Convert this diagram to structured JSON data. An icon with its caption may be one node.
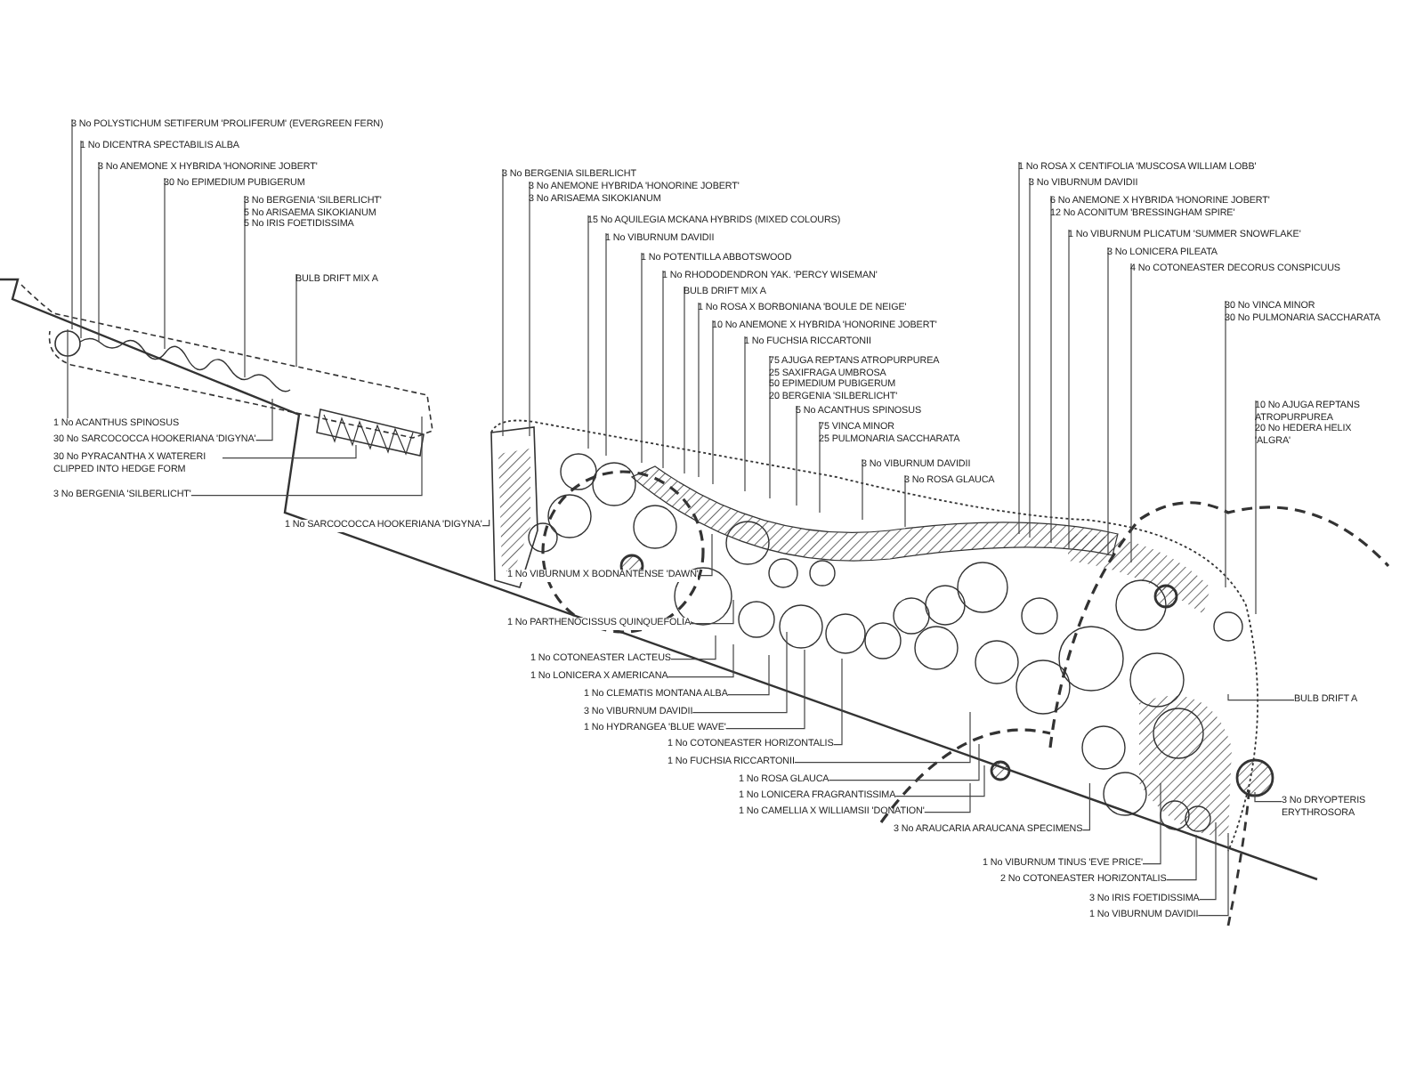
{
  "diagram": {
    "nodes": [
      {
        "text": [
          "3 No POLYSTICHUM SETIFERUM 'PROLIFERUM' (EVERGREEN FERN)"
        ]
      },
      {
        "text": [
          "1 No DICENTRA SPECTABILIS ALBA"
        ]
      },
      {
        "text": [
          "3 No ANEMONE X HYBRIDA 'HONORINE JOBERT'"
        ]
      },
      {
        "text": [
          "30 No EPIMEDIUM PUBIGERUM"
        ]
      },
      {
        "text": [
          "3 No BERGENIA 'SILBERLICHT'",
          "5 No ARISAEMA SIKOKIANUM",
          "5 No IRIS FOETIDISSIMA"
        ]
      },
      {
        "text": [
          "BULB DRIFT MIX A"
        ]
      },
      {
        "text": [
          "1 No ACANTHUS SPINOSUS"
        ]
      },
      {
        "text": [
          "30 No SARCOCOCCA HOOKERIANA 'DIGYNA'"
        ]
      },
      {
        "text": [
          "30 No PYRACANTHA X WATERERI CLIPPED INTO HEDGE FORM"
        ]
      },
      {
        "text": [
          "3 No BERGENIA 'SILBERLICHT'"
        ]
      },
      {
        "text": [
          "1 No SARCOCOCCA HOOKERIANA 'DIGYNA'"
        ]
      },
      {
        "text": [
          "3 No BERGENIA SILBERLICHT"
        ]
      },
      {
        "text": [
          "3 No ANEMONE HYBRIDA 'HONORINE JOBERT'",
          "3 No ARISAEMA SIKOKIANUM"
        ]
      },
      {
        "text": [
          "15 No AQUILEGIA MCKANA HYBRIDS (MIXED COLOURS)"
        ]
      },
      {
        "text": [
          "1 No VIBURNUM DAVIDII"
        ]
      },
      {
        "text": [
          "1 No POTENTILLA ABBOTSWOOD"
        ]
      },
      {
        "text": [
          "1 No RHODODENDRON YAK. 'PERCY WISEMAN'"
        ]
      },
      {
        "text": [
          "BULB DRIFT MIX A"
        ]
      },
      {
        "text": [
          "1 No ROSA X BORBONIANA 'BOULE DE NEIGE'"
        ]
      },
      {
        "text": [
          "10 No ANEMONE X HYBRIDA 'HONORINE JOBERT'"
        ]
      },
      {
        "text": [
          "1 No FUCHSIA RICCARTONII"
        ]
      },
      {
        "text": [
          "75 AJUGA REPTANS ATROPURPUREA",
          "25 SAXIFRAGA UMBROSA",
          "50 EPIMEDIUM PUBIGERUM",
          "20 BERGENIA 'SILBERLICHT'"
        ]
      },
      {
        "text": [
          "5 No ACANTHUS SPINOSUS"
        ]
      },
      {
        "text": [
          "75 VINCA MINOR",
          "25 PULMONARIA SACCHARATA"
        ]
      },
      {
        "text": [
          "3 No VIBURNUM DAVIDII"
        ]
      },
      {
        "text": [
          "3 No ROSA GLAUCA"
        ]
      },
      {
        "text": [
          "1 No ROSA X CENTIFOLIA 'MUSCOSA WILLIAM LOBB'"
        ]
      },
      {
        "text": [
          "3 No VIBURNUM DAVIDII"
        ]
      },
      {
        "text": [
          "6 No ANEMONE X HYBRIDA 'HONORINE JOBERT'",
          "12 No ACONITUM 'BRESSINGHAM SPIRE'"
        ]
      },
      {
        "text": [
          "1 No VIBURNUM PLICATUM 'SUMMER SNOWFLAKE'"
        ]
      },
      {
        "text": [
          "3 No LONICERA PILEATA"
        ]
      },
      {
        "text": [
          "4 No COTONEASTER DECORUS CONSPICUUS"
        ]
      },
      {
        "text": [
          "30 No VINCA MINOR",
          "30 No PULMONARIA SACCHARATA"
        ]
      },
      {
        "text": [
          "10 No AJUGA REPTANS ATROPURPUREA",
          "20 No HEDERA HELIX 'ALGRA'"
        ]
      },
      {
        "text": [
          "1 No VIBURNUM X BODNANTENSE 'DAWN'"
        ]
      },
      {
        "text": [
          "1 No PARTHENOCISSUS QUINQUEFOLIA"
        ]
      },
      {
        "text": [
          "1 No COTONEASTER LACTEUS"
        ]
      },
      {
        "text": [
          "1 No LONICERA X AMERICANA"
        ]
      },
      {
        "text": [
          "1 No CLEMATIS MONTANA ALBA"
        ]
      },
      {
        "text": [
          "3 No VIBURNUM DAVIDII"
        ]
      },
      {
        "text": [
          "1 No HYDRANGEA 'BLUE WAVE'"
        ]
      },
      {
        "text": [
          "1 No COTONEASTER HORIZONTALIS"
        ]
      },
      {
        "text": [
          "1 No FUCHSIA RICCARTONII"
        ]
      },
      {
        "text": [
          "1 No ROSA GLAUCA"
        ]
      },
      {
        "text": [
          "1 No LONICERA FRAGRANTISSIMA"
        ]
      },
      {
        "text": [
          "1 No CAMELLIA X WILLIAMSII 'DONATION'"
        ]
      },
      {
        "text": [
          "3 No ARAUCARIA ARAUCANA SPECIMENS"
        ]
      },
      {
        "text": [
          "BULB DRIFT A"
        ]
      },
      {
        "text": [
          "3 No DRYOPTERIS ERYTHROSORA"
        ]
      },
      {
        "text": [
          "1 No VIBURNUM TINUS 'EVE PRICE'"
        ]
      },
      {
        "text": [
          "2 No COTONEASTER HORIZONTALIS"
        ]
      },
      {
        "text": [
          "3 No IRIS FOETIDISSIMA"
        ]
      },
      {
        "text": [
          "1 No VIBURNUM DAVIDII"
        ]
      }
    ],
    "edges": [
      {
        "from": 0,
        "to": null,
        "arrow": "none"
      },
      {
        "from": 1,
        "to": null,
        "arrow": "none"
      },
      {
        "from": 2,
        "to": null,
        "arrow": "none"
      },
      {
        "from": 3,
        "to": null,
        "arrow": "none"
      },
      {
        "from": 4,
        "to": null,
        "arrow": "none"
      },
      {
        "from": 5,
        "to": null,
        "arrow": "none"
      },
      {
        "from": 6,
        "to": null,
        "arrow": "none"
      },
      {
        "from": 7,
        "to": null,
        "arrow": "none"
      },
      {
        "from": 8,
        "to": null,
        "arrow": "none"
      },
      {
        "from": 9,
        "to": null,
        "arrow": "none"
      },
      {
        "from": 10,
        "to": null,
        "arrow": "none"
      },
      {
        "from": 11,
        "to": null,
        "arrow": "none"
      },
      {
        "from": 12,
        "to": null,
        "arrow": "none"
      },
      {
        "from": 13,
        "to": null,
        "arrow": "none"
      },
      {
        "from": 14,
        "to": null,
        "arrow": "none"
      },
      {
        "from": 15,
        "to": null,
        "arrow": "none"
      },
      {
        "from": 16,
        "to": null,
        "arrow": "none"
      },
      {
        "from": 17,
        "to": null,
        "arrow": "none"
      },
      {
        "from": 18,
        "to": null,
        "arrow": "none"
      },
      {
        "from": 19,
        "to": null,
        "arrow": "none"
      },
      {
        "from": 20,
        "to": null,
        "arrow": "none"
      },
      {
        "from": 21,
        "to": null,
        "arrow": "none"
      },
      {
        "from": 22,
        "to": null,
        "arrow": "none"
      },
      {
        "from": 23,
        "to": null,
        "arrow": "none"
      },
      {
        "from": 24,
        "to": null,
        "arrow": "none"
      },
      {
        "from": 25,
        "to": null,
        "arrow": "none"
      },
      {
        "from": 26,
        "to": null,
        "arrow": "none"
      },
      {
        "from": 27,
        "to": null,
        "arrow": "none"
      },
      {
        "from": 28,
        "to": null,
        "arrow": "none"
      },
      {
        "from": 29,
        "to": null,
        "arrow": "none"
      },
      {
        "from": 30,
        "to": null,
        "arrow": "none"
      },
      {
        "from": 31,
        "to": null,
        "arrow": "none"
      },
      {
        "from": 32,
        "to": null,
        "arrow": "none"
      },
      {
        "from": 33,
        "to": null,
        "arrow": "none"
      },
      {
        "from": 34,
        "to": null,
        "arrow": "none"
      },
      {
        "from": 35,
        "to": null,
        "arrow": "none"
      },
      {
        "from": 36,
        "to": null,
        "arrow": "none"
      },
      {
        "from": 37,
        "to": null,
        "arrow": "none"
      },
      {
        "from": 38,
        "to": null,
        "arrow": "none"
      },
      {
        "from": 39,
        "to": null,
        "arrow": "none"
      },
      {
        "from": 40,
        "to": null,
        "arrow": "none"
      },
      {
        "from": 41,
        "to": null,
        "arrow": "none"
      },
      {
        "from": 42,
        "to": null,
        "arrow": "none"
      },
      {
        "from": 43,
        "to": null,
        "arrow": "none"
      },
      {
        "from": 44,
        "to": null,
        "arrow": "none"
      },
      {
        "from": 45,
        "to": null,
        "arrow": "none"
      },
      {
        "from": 46,
        "to": null,
        "arrow": "none"
      },
      {
        "from": 47,
        "to": null,
        "arrow": "none"
      },
      {
        "from": 48,
        "to": null,
        "arrow": "none"
      },
      {
        "from": 49,
        "to": null,
        "arrow": "none"
      },
      {
        "from": 50,
        "to": null,
        "arrow": "none"
      },
      {
        "from": 51,
        "to": null,
        "arrow": "none"
      },
      {
        "from": 52,
        "to": null,
        "arrow": "none"
      }
    ]
  }
}
